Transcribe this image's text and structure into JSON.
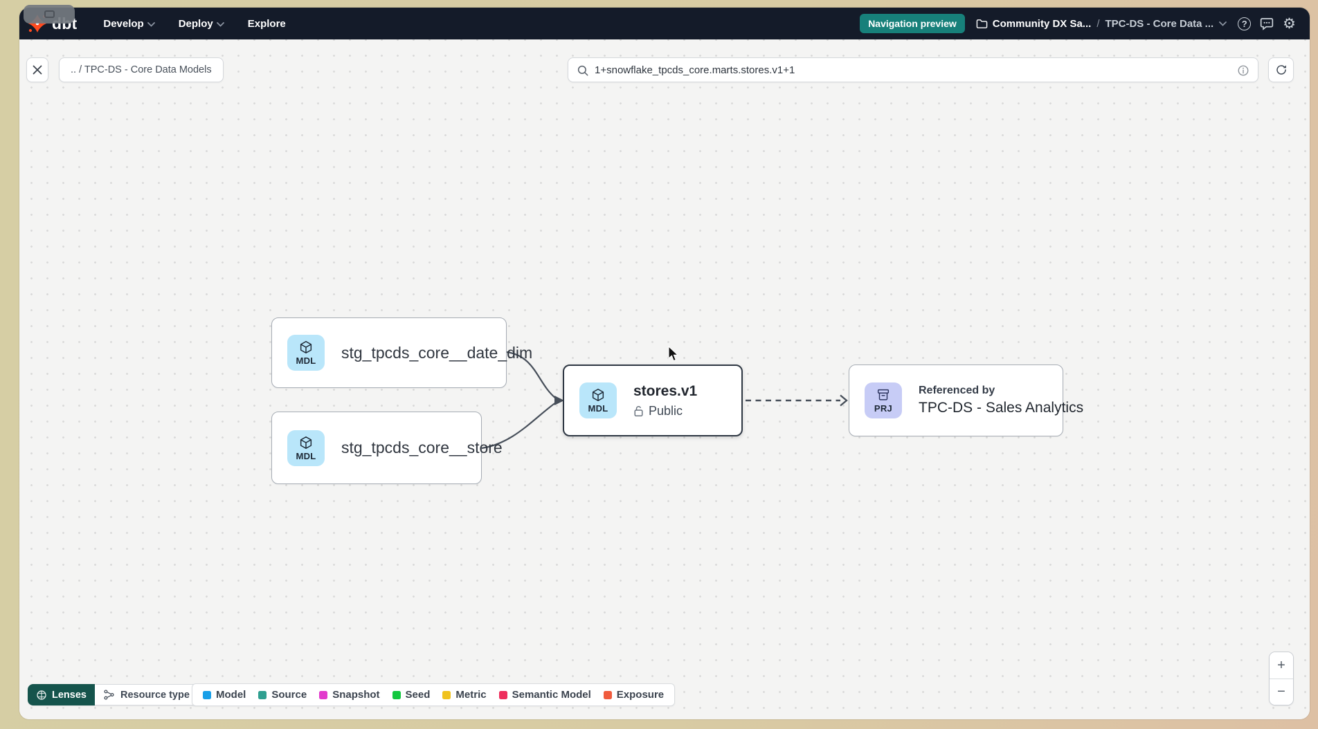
{
  "nav": {
    "logo": "dbt",
    "menu": [
      {
        "label": "Develop"
      },
      {
        "label": "Deploy"
      },
      {
        "label": "Explore"
      }
    ],
    "preview_badge": "Navigation preview",
    "account": "Community DX Sa...",
    "separator": "/",
    "project": "TPC-DS - Core Data ...",
    "help_glyph": "?",
    "gear_glyph": "⚙"
  },
  "toolbar": {
    "breadcrumb": ".. / TPC-DS - Core Data Models",
    "search_value": "1+snowflake_tpcds_core.marts.stores.v1+1"
  },
  "graph": {
    "nodes": [
      {
        "badge": "MDL",
        "label": "stg_tpcds_core__date_dim"
      },
      {
        "badge": "MDL",
        "label": "stg_tpcds_core__store"
      },
      {
        "badge": "MDL",
        "label": "stores.v1",
        "access": "Public"
      },
      {
        "badge": "PRJ",
        "kicker": "Referenced by",
        "label": "TPC-DS - Sales Analytics"
      }
    ]
  },
  "footer": {
    "lenses": "Lenses",
    "resource_type": "Resource type",
    "legend": [
      {
        "label": "Model",
        "color": "#189fe8"
      },
      {
        "label": "Source",
        "color": "#2f9f90"
      },
      {
        "label": "Snapshot",
        "color": "#e23acc"
      },
      {
        "label": "Seed",
        "color": "#12c73e"
      },
      {
        "label": "Metric",
        "color": "#f0c21d"
      },
      {
        "label": "Semantic Model",
        "color": "#ee2d5c"
      },
      {
        "label": "Exposure",
        "color": "#f05b3d"
      }
    ],
    "zoom_in": "+",
    "zoom_out": "−"
  },
  "colors": {
    "accent_teal": "#17807a",
    "brand_orange": "#ff4a1f",
    "nav_bg": "#141b29",
    "model_badge_bg": "#b9e6fa",
    "project_badge_bg": "#c7ccf6",
    "edge": "#474f5a"
  }
}
